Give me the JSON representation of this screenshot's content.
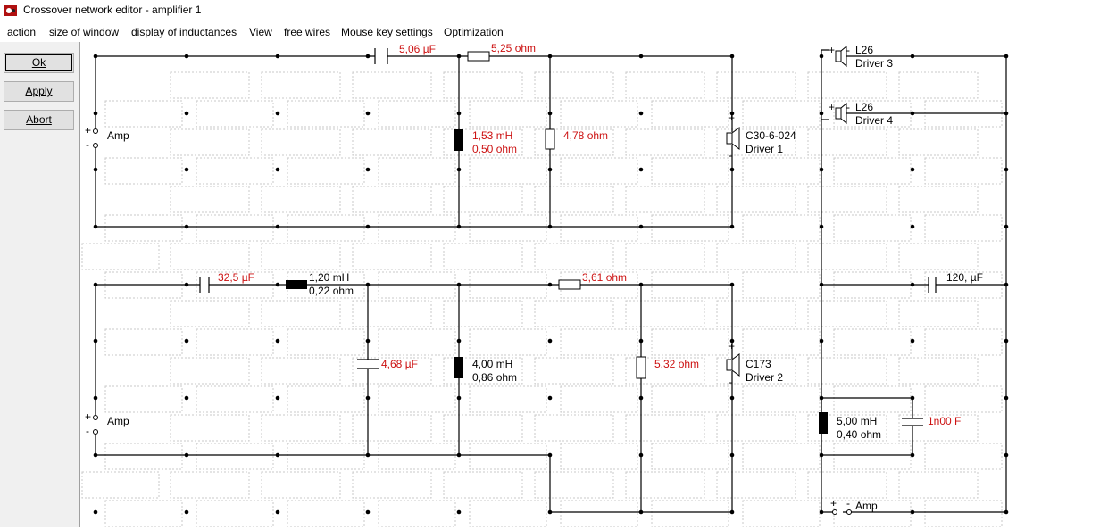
{
  "window": {
    "title": "Crossover network editor - amplifier 1"
  },
  "menu": [
    "action",
    "size of window",
    "display of inductances",
    "View",
    "free wires",
    "Mouse key settings",
    "Optimization"
  ],
  "buttons": {
    "ok": "Ok",
    "apply": "Apply",
    "abort": "Abort"
  },
  "labels": {
    "c1": "5,06 µF",
    "r1": "5,25 ohm",
    "l1_h": "1,53 mH",
    "l1_r": "0,50 ohm",
    "r2": "4,78 ohm",
    "drv1_model": "C30-6-024",
    "drv1_name": "Driver 1",
    "amp1": "Amp",
    "drv3_model": "L26",
    "drv3_name": "Driver 3",
    "drv4_model": "L26",
    "drv4_name": "Driver 4",
    "c2": "32,5 µF",
    "l2_h": "1,20 mH",
    "l2_r": "0,22 ohm",
    "r3": "3,61 ohm",
    "c3": "4,68 µF",
    "l3_h": "4,00 mH",
    "l3_r": "0,86 ohm",
    "r4": "5,32 ohm",
    "drv2_model": "C173",
    "drv2_name": "Driver 2",
    "amp2": "Amp",
    "c4": "120, µF",
    "l4_h": "5,00 mH",
    "l4_r": "0,40 ohm",
    "c5": "1n00 F",
    "amp3": "Amp"
  },
  "colors": {
    "value_text": "#cc1111",
    "placeholder": "#c8c8c8"
  }
}
